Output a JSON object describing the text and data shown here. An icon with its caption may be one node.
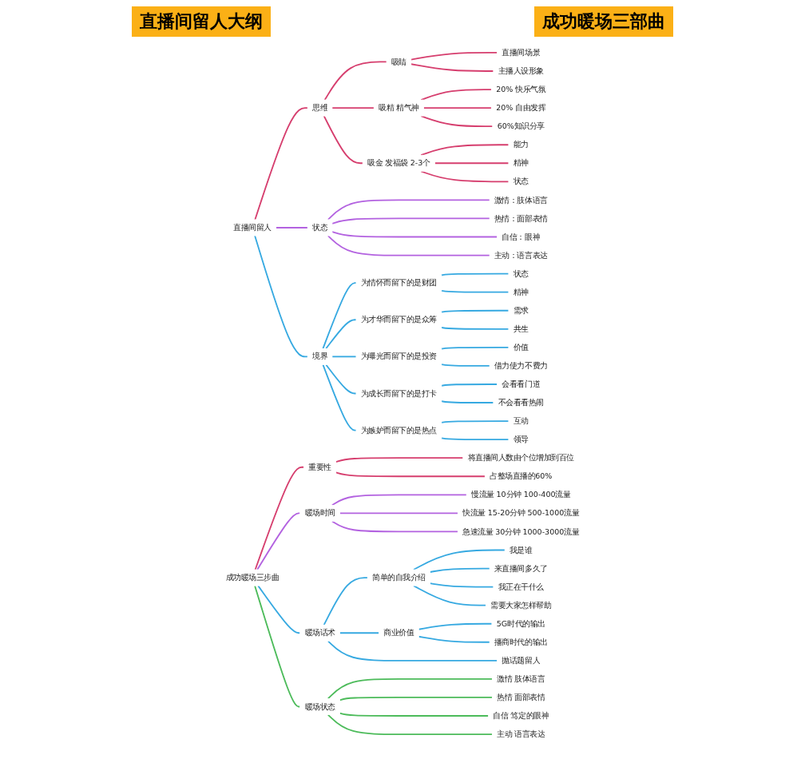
{
  "diagram": {
    "nodes": [
      {
        "text": [
          "直播间留人"
        ]
      },
      {
        "text": [
          "思维"
        ]
      },
      {
        "text": [
          "吸睛"
        ]
      },
      {
        "text": [
          "直播间场景"
        ]
      },
      {
        "text": [
          "主播人设形象"
        ]
      },
      {
        "text": [
          "吸精 精气神"
        ]
      },
      {
        "text": [
          "20% 快乐气氛"
        ]
      },
      {
        "text": [
          "20% 自由发挥"
        ]
      },
      {
        "text": [
          "60%知识分享"
        ]
      },
      {
        "text": [
          "吸金 发福袋 2-3个"
        ]
      },
      {
        "text": [
          "能力"
        ]
      },
      {
        "text": [
          "精神"
        ]
      },
      {
        "text": [
          "状态"
        ]
      },
      {
        "text": [
          "状态"
        ]
      },
      {
        "text": [
          "激情：肢体语言"
        ]
      },
      {
        "text": [
          "热情：面部表情"
        ]
      },
      {
        "text": [
          "自信：眼神"
        ]
      },
      {
        "text": [
          "主动：语言表达"
        ]
      },
      {
        "text": [
          "境界"
        ]
      },
      {
        "text": [
          "为情怀而留下的是财团"
        ]
      },
      {
        "text": [
          "状态"
        ]
      },
      {
        "text": [
          "精神"
        ]
      },
      {
        "text": [
          "为才华而留下的是众筹"
        ]
      },
      {
        "text": [
          "需求"
        ]
      },
      {
        "text": [
          "共生"
        ]
      },
      {
        "text": [
          "为曝光而留下的是投资"
        ]
      },
      {
        "text": [
          "价值"
        ]
      },
      {
        "text": [
          "借力使力不费力"
        ]
      },
      {
        "text": [
          "为成长而留下的是打卡"
        ]
      },
      {
        "text": [
          "会看看门道"
        ]
      },
      {
        "text": [
          "不会看看热闹"
        ]
      },
      {
        "text": [
          "为嫉妒而留下的是热点"
        ]
      },
      {
        "text": [
          "互动"
        ]
      },
      {
        "text": [
          "领导"
        ]
      },
      {
        "text": [
          "成功暖场三步曲"
        ]
      },
      {
        "text": [
          "重要性"
        ]
      },
      {
        "text": [
          "将直播间人数由个位增加到百位"
        ]
      },
      {
        "text": [
          "占整场直播的60%"
        ]
      },
      {
        "text": [
          "暖场时间"
        ]
      },
      {
        "text": [
          "慢流量 10分钟 100-400流量"
        ]
      },
      {
        "text": [
          "快流量 15-20分钟 500-1000流量"
        ]
      },
      {
        "text": [
          "急速流量 30分钟 1000-3000流量"
        ]
      },
      {
        "text": [
          "暖场话术"
        ]
      },
      {
        "text": [
          "简单的自我介绍"
        ]
      },
      {
        "text": [
          "我是谁"
        ]
      },
      {
        "text": [
          "来直播间多久了"
        ]
      },
      {
        "text": [
          "我正在干什么"
        ]
      },
      {
        "text": [
          "需要大家怎样帮助"
        ]
      },
      {
        "text": [
          "商业价值"
        ]
      },
      {
        "text": [
          "5G时代的输出"
        ]
      },
      {
        "text": [
          "播商时代的输出"
        ]
      },
      {
        "text": [
          "抛话题留人"
        ]
      },
      {
        "text": [
          "暖场状态"
        ]
      },
      {
        "text": [
          "激情 肢体语言"
        ]
      },
      {
        "text": [
          "热情 面部表情"
        ]
      },
      {
        "text": [
          "自信 笃定的眼神"
        ]
      },
      {
        "text": [
          "主动 语言表达"
        ]
      }
    ],
    "edges": [
      {
        "from": 0,
        "to": 1,
        "arrow": "none",
        "color": "#d63e6e"
      },
      {
        "from": 1,
        "to": 2,
        "arrow": "none",
        "color": "#d63e6e"
      },
      {
        "from": 2,
        "to": 3,
        "arrow": "none",
        "color": "#d63e6e"
      },
      {
        "from": 2,
        "to": 4,
        "arrow": "none",
        "color": "#d63e6e"
      },
      {
        "from": 1,
        "to": 5,
        "arrow": "none",
        "color": "#d63e6e"
      },
      {
        "from": 5,
        "to": 6,
        "arrow": "none",
        "color": "#d63e6e"
      },
      {
        "from": 5,
        "to": 7,
        "arrow": "none",
        "color": "#d63e6e"
      },
      {
        "from": 5,
        "to": 8,
        "arrow": "none",
        "color": "#d63e6e"
      },
      {
        "from": 1,
        "to": 9,
        "arrow": "none",
        "color": "#d63e6e"
      },
      {
        "from": 9,
        "to": 10,
        "arrow": "none",
        "color": "#d63e6e"
      },
      {
        "from": 9,
        "to": 11,
        "arrow": "none",
        "color": "#d63e6e"
      },
      {
        "from": 9,
        "to": 12,
        "arrow": "none",
        "color": "#d63e6e"
      },
      {
        "from": 0,
        "to": 13,
        "arrow": "none",
        "color": "#b362e0"
      },
      {
        "from": 13,
        "to": 14,
        "arrow": "none",
        "color": "#b362e0"
      },
      {
        "from": 13,
        "to": 15,
        "arrow": "none",
        "color": "#b362e0"
      },
      {
        "from": 13,
        "to": 16,
        "arrow": "none",
        "color": "#b362e0"
      },
      {
        "from": 13,
        "to": 17,
        "arrow": "none",
        "color": "#b362e0"
      },
      {
        "from": 0,
        "to": 18,
        "arrow": "none"
      },
      {
        "from": 18,
        "to": 19,
        "arrow": "none"
      },
      {
        "from": 19,
        "to": 20,
        "arrow": "none"
      },
      {
        "from": 19,
        "to": 21,
        "arrow": "none"
      },
      {
        "from": 18,
        "to": 22,
        "arrow": "none"
      },
      {
        "from": 22,
        "to": 23,
        "arrow": "none"
      },
      {
        "from": 22,
        "to": 24,
        "arrow": "none"
      },
      {
        "from": 18,
        "to": 25,
        "arrow": "none"
      },
      {
        "from": 25,
        "to": 26,
        "arrow": "none"
      },
      {
        "from": 25,
        "to": 27,
        "arrow": "none"
      },
      {
        "from": 18,
        "to": 28,
        "arrow": "none"
      },
      {
        "from": 28,
        "to": 29,
        "arrow": "none"
      },
      {
        "from": 28,
        "to": 30,
        "arrow": "none"
      },
      {
        "from": 18,
        "to": 31,
        "arrow": "none"
      },
      {
        "from": 31,
        "to": 32,
        "arrow": "none"
      },
      {
        "from": 31,
        "to": 33,
        "arrow": "none"
      },
      {
        "from": 34,
        "to": 35,
        "arrow": "none",
        "color": "#d63e6e"
      },
      {
        "from": 35,
        "to": 36,
        "arrow": "none",
        "color": "#d63e6e"
      },
      {
        "from": 35,
        "to": 37,
        "arrow": "none",
        "color": "#d63e6e"
      },
      {
        "from": 34,
        "to": 38,
        "arrow": "none",
        "color": "#b362e0"
      },
      {
        "from": 38,
        "to": 39,
        "arrow": "none",
        "color": "#b362e0"
      },
      {
        "from": 38,
        "to": 40,
        "arrow": "none",
        "color": "#b362e0"
      },
      {
        "from": 38,
        "to": 41,
        "arrow": "none",
        "color": "#b362e0"
      },
      {
        "from": 34,
        "to": 42,
        "arrow": "none"
      },
      {
        "from": 42,
        "to": 43,
        "arrow": "none"
      },
      {
        "from": 43,
        "to": 44,
        "arrow": "none"
      },
      {
        "from": 43,
        "to": 45,
        "arrow": "none"
      },
      {
        "from": 43,
        "to": 46,
        "arrow": "none"
      },
      {
        "from": 43,
        "to": 47,
        "arrow": "none"
      },
      {
        "from": 42,
        "to": 48,
        "arrow": "none"
      },
      {
        "from": 48,
        "to": 49,
        "arrow": "none"
      },
      {
        "from": 48,
        "to": 50,
        "arrow": "none"
      },
      {
        "from": 42,
        "to": 51,
        "arrow": "none"
      },
      {
        "from": 34,
        "to": 52,
        "arrow": "none",
        "color": "#4cbb5a"
      },
      {
        "from": 52,
        "to": 53,
        "arrow": "none",
        "color": "#4cbb5a"
      },
      {
        "from": 52,
        "to": 54,
        "arrow": "none",
        "color": "#4cbb5a"
      },
      {
        "from": 52,
        "to": 55,
        "arrow": "none",
        "color": "#4cbb5a"
      },
      {
        "from": 52,
        "to": 56,
        "arrow": "none",
        "color": "#4cbb5a"
      }
    ],
    "labels": [
      "直播间留人大纲",
      "成功暖场三部曲"
    ]
  }
}
